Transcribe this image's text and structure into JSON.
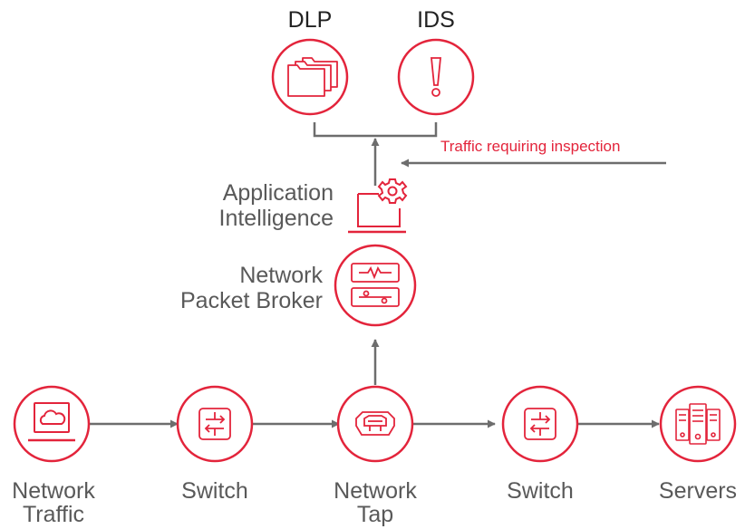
{
  "labels": {
    "dlp": "DLP",
    "ids": "IDS",
    "traffic_note": "Traffic requiring inspection",
    "app_intel_line1": "Application",
    "app_intel_line2": "Intelligence",
    "npb_line1": "Network",
    "npb_line2": "Packet Broker",
    "traffic_line1": "Network",
    "traffic_line2": "Traffic",
    "switch_left": "Switch",
    "tap_line1": "Network",
    "tap_line2": "Tap",
    "switch_right": "Switch",
    "servers": "Servers"
  },
  "icons": {
    "dlp": "folders-icon",
    "ids": "exclamation-icon",
    "app_intel": "laptop-gear-icon",
    "npb": "packet-broker-icon",
    "traffic": "laptop-cloud-icon",
    "switch": "switch-arrows-icon",
    "tap": "network-tap-icon",
    "servers": "servers-icon"
  },
  "colors": {
    "accent": "#e3243b",
    "connector": "#6d6d6d",
    "label": "#595959"
  }
}
